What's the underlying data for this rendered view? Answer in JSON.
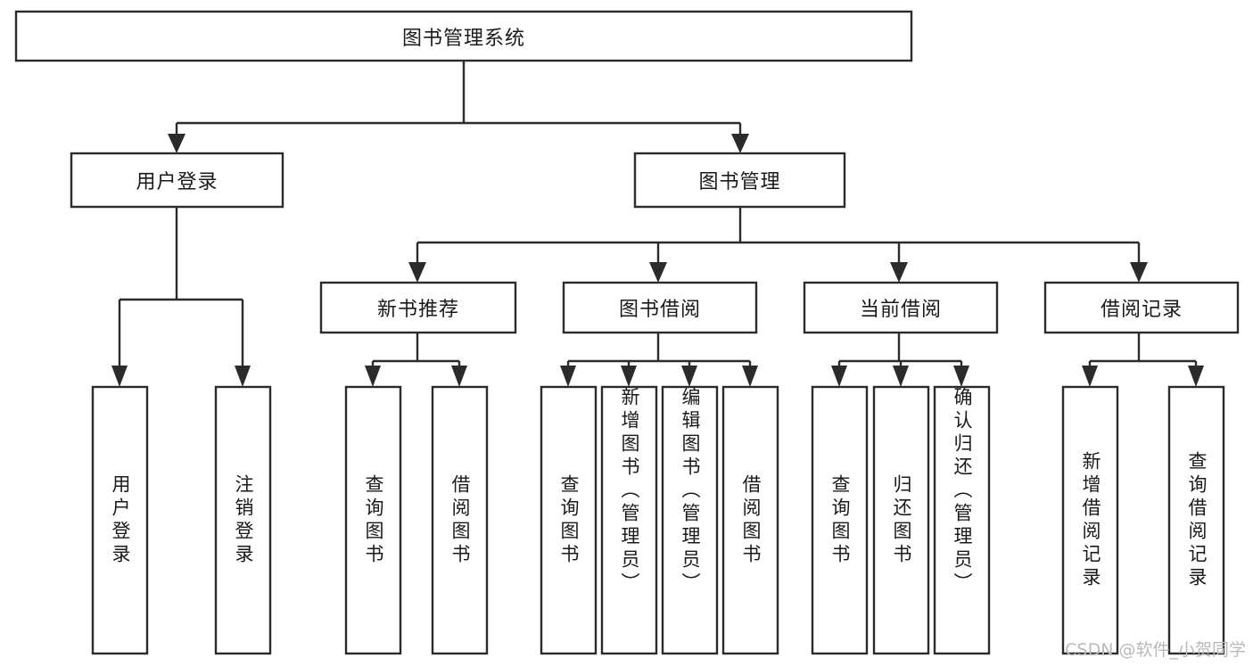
{
  "diagram": {
    "type": "tree",
    "title": "图书管理系统",
    "watermark": "CSDN @软件_小贺同学",
    "colors": {
      "box_stroke": "#2b2b2b",
      "box_fill": "#ffffff",
      "text": "#1a1a1a",
      "watermark": "#b9b9b9",
      "background": "#ffffff"
    },
    "root": {
      "label": "图书管理系统"
    },
    "level2": [
      {
        "label": "用户登录"
      },
      {
        "label": "图书管理"
      }
    ],
    "level3": [
      {
        "label": "新书推荐"
      },
      {
        "label": "图书借阅"
      },
      {
        "label": "当前借阅"
      },
      {
        "label": "借阅记录"
      }
    ],
    "leaves": {
      "user_login": [
        {
          "label": "用户登录"
        },
        {
          "label": "注销登录"
        }
      ],
      "new_book": [
        {
          "label": "查询图书"
        },
        {
          "label": "借阅图书"
        }
      ],
      "book_borrow": [
        {
          "label": "查询图书"
        },
        {
          "label": "新增图书（管理员）"
        },
        {
          "label": "编辑图书（管理员）"
        },
        {
          "label": "借阅图书"
        }
      ],
      "current_borrow": [
        {
          "label": "查询图书"
        },
        {
          "label": "归还图书"
        },
        {
          "label": "确认归还（管理员）"
        }
      ],
      "borrow_record": [
        {
          "label": "新增借阅记录"
        },
        {
          "label": "查询借阅记录"
        }
      ]
    }
  }
}
